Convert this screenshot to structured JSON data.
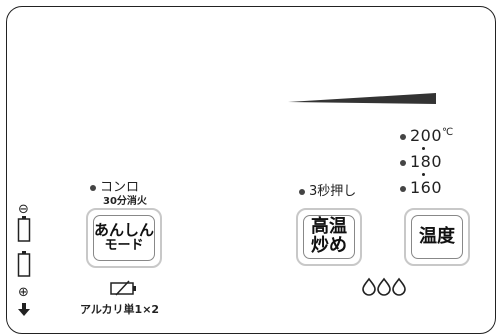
{
  "konro": {
    "label": "コンロ",
    "sub": "30分消火",
    "button_line1": "あんしん",
    "button_line2": "モード"
  },
  "battery": {
    "minus": "⊖",
    "plus": "⊕",
    "label": "アルカリ単1×2"
  },
  "high_heat": {
    "hold_label": "3秒押し",
    "button_line1": "高温",
    "button_line2": "炒め"
  },
  "temperature": {
    "values": [
      "200",
      "180",
      "160"
    ],
    "unit": "℃",
    "button_label": "温度"
  },
  "icons": {
    "flame": "flame-icon",
    "battery_low": "battery-low-icon",
    "arrow_down": "arrow-down-icon",
    "heat_wedge": "heat-level-wedge-icon"
  }
}
